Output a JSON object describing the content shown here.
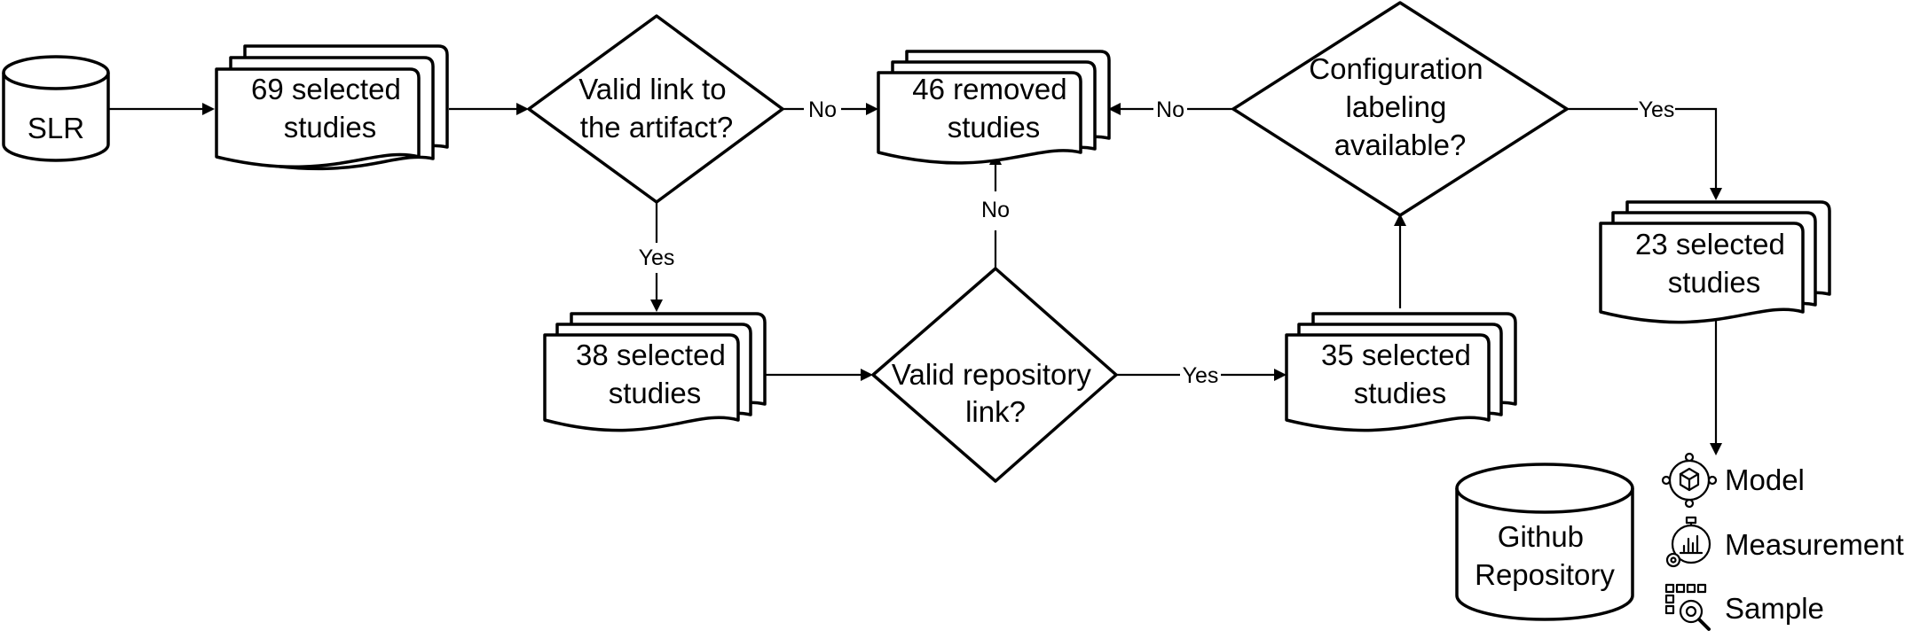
{
  "nodes": {
    "slr": "SLR",
    "selected_69": [
      "69 selected",
      "studies"
    ],
    "decision_valid_link": [
      "Valid link to",
      "the artifact?"
    ],
    "removed_46": [
      "46 removed",
      "studies"
    ],
    "decision_config": [
      "Configuration",
      "labeling",
      "available?"
    ],
    "selected_38": [
      "38 selected",
      "studies"
    ],
    "decision_repo": [
      "Valid repository",
      "link?"
    ],
    "selected_35": [
      "35 selected",
      "studies"
    ],
    "selected_23": [
      "23 selected",
      "studies"
    ],
    "github_repo": [
      "Github",
      "Repository"
    ]
  },
  "edge_labels": {
    "link_no": "No",
    "link_yes": "Yes",
    "repo_no": "No",
    "repo_yes": "Yes",
    "config_no": "No",
    "config_yes": "Yes"
  },
  "legend": [
    {
      "icon": "model-cube-icon",
      "label": "Model"
    },
    {
      "icon": "stopwatch-chart-icon",
      "label": "Measurement"
    },
    {
      "icon": "grid-magnifier-icon",
      "label": "Sample"
    }
  ]
}
